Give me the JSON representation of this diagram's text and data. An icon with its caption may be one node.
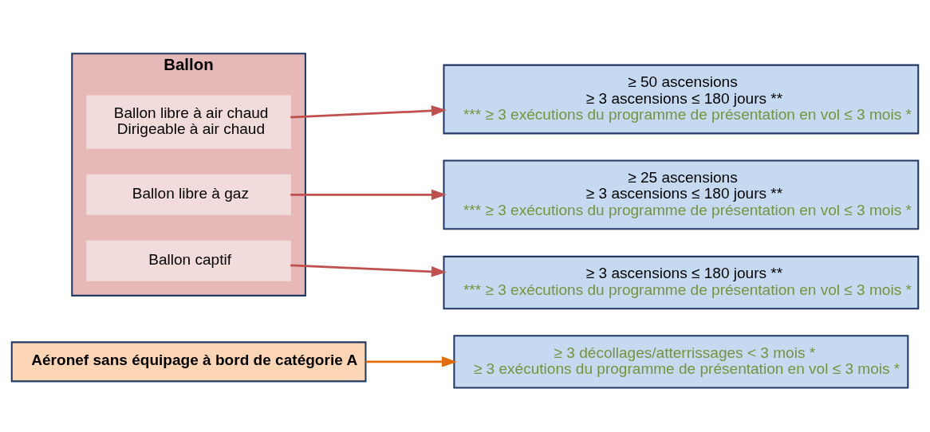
{
  "diagram": {
    "nodes": [
      {
        "text": [
          "Aéronef sans équipage à bord de catégorie A"
        ]
      },
      {
        "text": [
          "≥ 3 décollages/atterrissages < 3 mois *",
          "≥ 3 exécutions du programme de présentation en vol ≤ 3 mois *"
        ]
      },
      {
        "text": [
          "Ballon"
        ]
      },
      {
        "text": [
          "Ballon libre à air chaud",
          "Dirigeable à air chaud"
        ],
        "in": 2
      },
      {
        "text": [
          "Ballon libre à gaz"
        ],
        "in": 2
      },
      {
        "text": [
          "Ballon captif"
        ],
        "in": 2
      },
      {
        "text": [
          "≥ 50 ascensions",
          "≥ 3 ascensions ≤ 180 jours **",
          "*** ≥ 3 exécutions du programme de présentation en vol ≤ 3 mois *"
        ]
      },
      {
        "text": [
          "≥ 25 ascensions",
          "≥ 3 ascensions ≤ 180 jours **",
          "*** ≥ 3 exécutions du programme de présentation en vol ≤ 3 mois *"
        ]
      },
      {
        "text": [
          "≥ 3 ascensions ≤ 180 jours **",
          "*** ≥ 3 exécutions du programme de présentation en vol ≤ 3 mois *"
        ]
      }
    ],
    "edges": [
      {
        "from": 0,
        "to": 1,
        "arrow": "to",
        "color": "#e36c09"
      },
      {
        "from": 3,
        "to": 6,
        "arrow": "to"
      },
      {
        "from": 4,
        "to": 7,
        "arrow": "to"
      },
      {
        "from": 5,
        "to": 8,
        "arrow": "to"
      }
    ]
  }
}
